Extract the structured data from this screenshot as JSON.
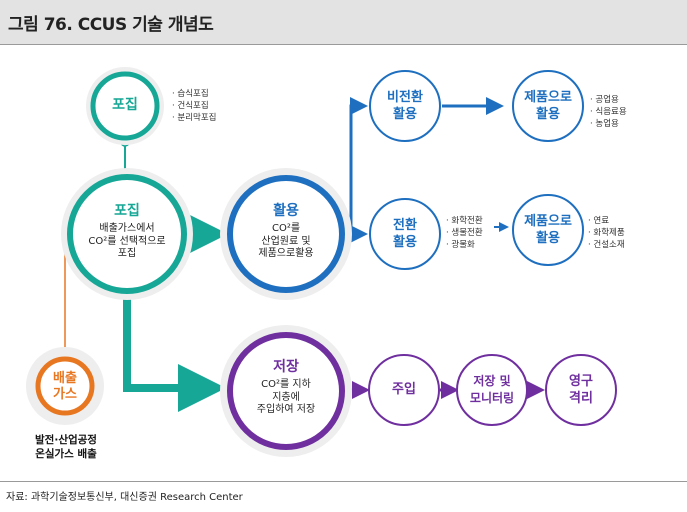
{
  "figure": {
    "title": "그림 76. CCUS 기술 개념도",
    "source": "자료: 과학기술정보통신부, 대신증권 Research Center"
  },
  "colors": {
    "teal": "#16a796",
    "blue": "#1e6fbf",
    "purple": "#6f2f9f",
    "orange": "#e87722",
    "ring": "#eeeeee"
  },
  "nodes": {
    "capture_small": {
      "title": "포집"
    },
    "capture_methods": [
      "습식포집",
      "건식포집",
      "분리막포집"
    ],
    "capture_main": {
      "title": "포집",
      "desc1": "배출가스에서",
      "desc2": "CO²를 선택적으로",
      "desc3": "포집"
    },
    "emission": {
      "title1": "배출",
      "title2": "가스",
      "caption1": "발전·산업공정",
      "caption2": "온실가스 배출"
    },
    "utilization": {
      "title": "활용",
      "desc1": "CO²를",
      "desc2": "산업원료 및",
      "desc3": "제품으로활용"
    },
    "non_conversion": {
      "title1": "비전환",
      "title2": "활용"
    },
    "product_top": {
      "title1": "제품으로",
      "title2": "활용"
    },
    "product_top_items": [
      "공업용",
      "식음료용",
      "농업용"
    ],
    "conversion": {
      "title1": "전환",
      "title2": "활용"
    },
    "conversion_items": [
      "화학전환",
      "생물전환",
      "광물화"
    ],
    "product_bottom": {
      "title1": "제품으로",
      "title2": "활용"
    },
    "product_bottom_items": [
      "연료",
      "화학제품",
      "건설소재"
    ],
    "storage": {
      "title": "저장",
      "desc1": "CO²를 지하",
      "desc2": "지층에",
      "desc3": "주입하여 저장"
    },
    "injection": {
      "title": "주입"
    },
    "monitoring": {
      "title1": "저장 및",
      "title2": "모니터링"
    },
    "isolation": {
      "title1": "영구",
      "title2": "격리"
    }
  }
}
